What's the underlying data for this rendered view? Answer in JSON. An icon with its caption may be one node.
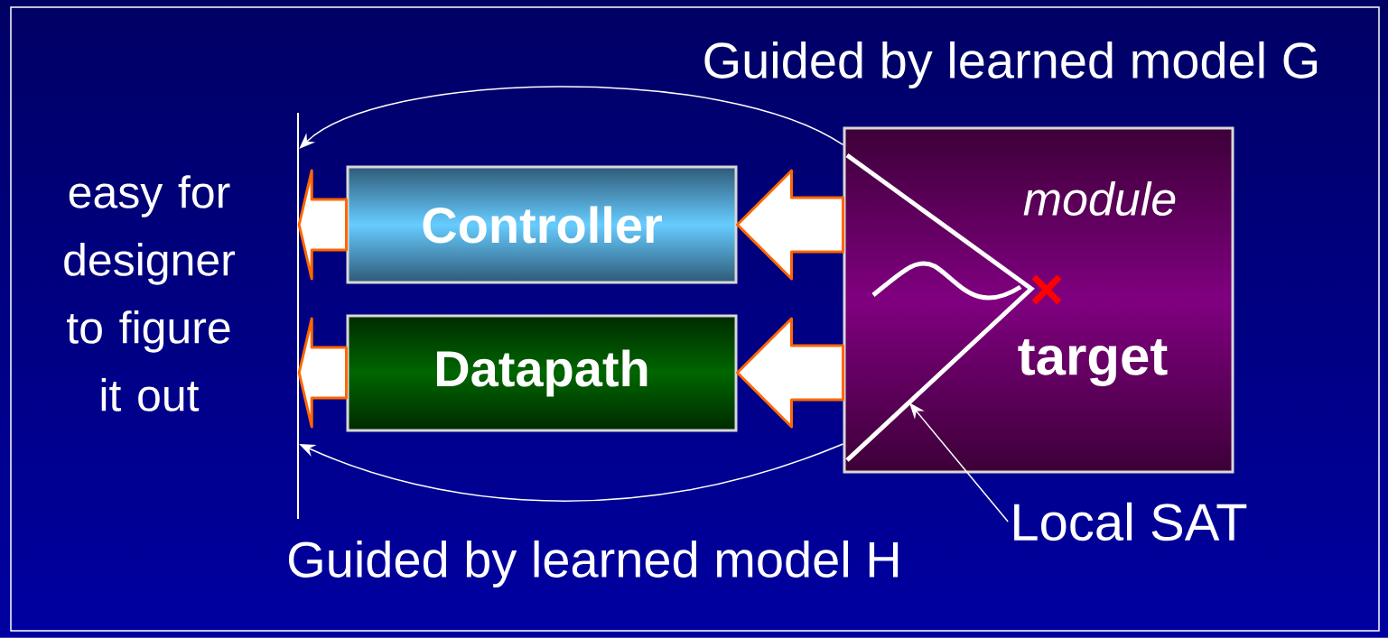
{
  "diagram": {
    "nodes": [
      {
        "text": [
          "Controller"
        ]
      },
      {
        "text": [
          "Datapath"
        ]
      },
      {
        "text": [
          "module",
          "target"
        ]
      },
      {
        "text": [],
        "shape": "bar"
      },
      {
        "text": [
          "Local SAT"
        ]
      },
      {
        "text": [],
        "shape": "picture",
        "in": 2
      }
    ],
    "edges": [
      {
        "from": 2,
        "to": 0,
        "arrow": "to",
        "style": "thick"
      },
      {
        "from": 2,
        "to": 1,
        "arrow": "to",
        "style": "thick"
      },
      {
        "from": 0,
        "to": 3,
        "arrow": "to",
        "style": "thick"
      },
      {
        "from": 1,
        "to": 3,
        "arrow": "to",
        "style": "thick"
      },
      {
        "from": 2,
        "to": 3,
        "arrow": "to"
      },
      {
        "from": 2,
        "to": 3,
        "arrow": "to"
      },
      {
        "from": 4,
        "to": 5,
        "arrow": "to"
      }
    ],
    "labels": [
      "Guided by learned model G",
      "easy for designer to figure it out",
      "Guided by learned model H"
    ]
  }
}
